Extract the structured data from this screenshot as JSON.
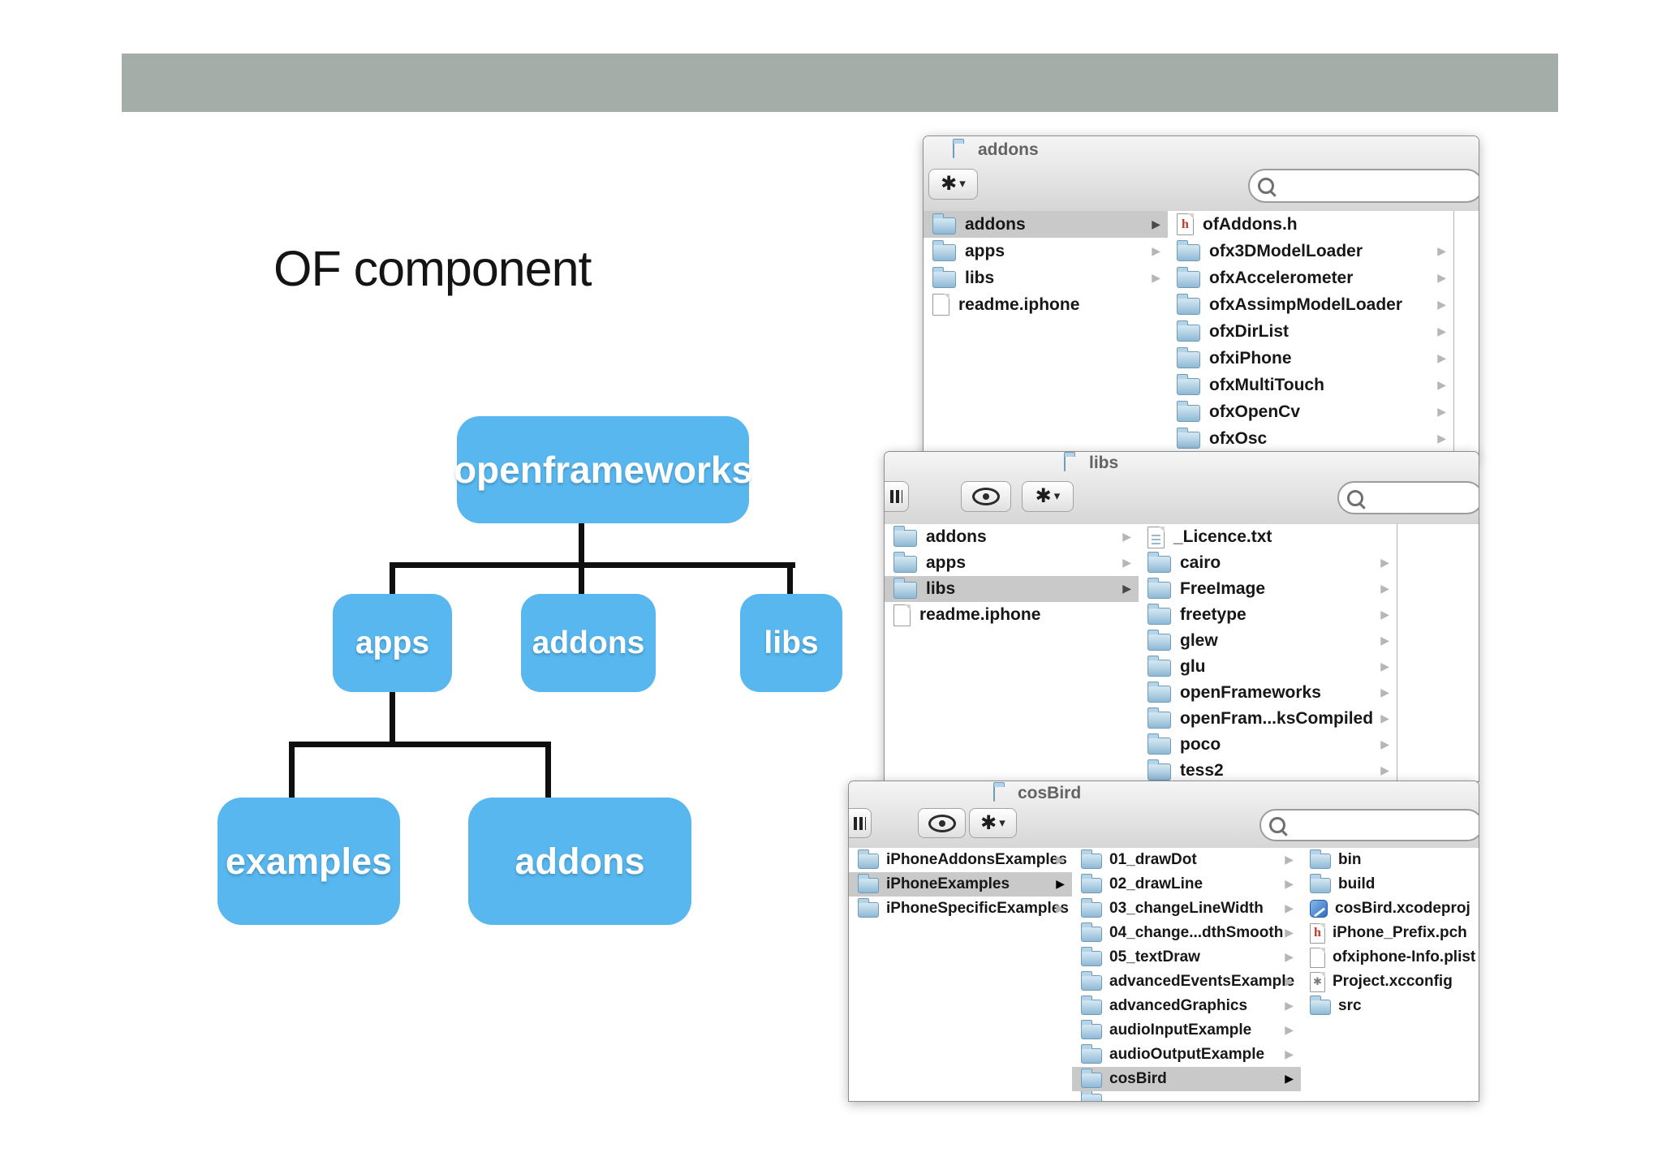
{
  "slide": {
    "title": "OF component"
  },
  "colors": {
    "tree_node_blue": "#57b7ee",
    "slide_bar_gray": "#a5ada8",
    "selection_gray": "#c9c9c9",
    "folder_icon_blue": "#8fb9d6",
    "header_file_red": "#c0392b"
  },
  "tree": {
    "root": {
      "label": "openframeworks"
    },
    "children": [
      {
        "label": "apps"
      },
      {
        "label": "addons"
      },
      {
        "label": "libs"
      }
    ],
    "grandchildren": [
      {
        "label": "examples"
      },
      {
        "label": "addons"
      }
    ]
  },
  "windows": [
    {
      "title": "addons",
      "search_value": "",
      "toolbar_icons": [
        "gear"
      ],
      "columns": [
        {
          "rows": [
            {
              "label": "addons",
              "icon": "folder",
              "selected": true,
              "arrow": "dark"
            },
            {
              "label": "apps",
              "icon": "folder",
              "arrow": "light"
            },
            {
              "label": "libs",
              "icon": "folder",
              "arrow": "light"
            },
            {
              "label": "readme.iphone",
              "icon": "doc"
            }
          ]
        },
        {
          "rows": [
            {
              "label": "ofAddons.h",
              "icon": "doc-h",
              "icon_text": "h"
            },
            {
              "label": "ofx3DModelLoader",
              "icon": "folder",
              "arrow": "light"
            },
            {
              "label": "ofxAccelerometer",
              "icon": "folder",
              "arrow": "light"
            },
            {
              "label": "ofxAssimpModelLoader",
              "icon": "folder",
              "arrow": "light"
            },
            {
              "label": "ofxDirList",
              "icon": "folder",
              "arrow": "light"
            },
            {
              "label": "ofxiPhone",
              "icon": "folder",
              "arrow": "light"
            },
            {
              "label": "ofxMultiTouch",
              "icon": "folder",
              "arrow": "light"
            },
            {
              "label": "ofxOpenCv",
              "icon": "folder",
              "arrow": "light"
            },
            {
              "label": "ofxOsc",
              "icon": "folder",
              "arrow": "light"
            },
            {
              "label": "",
              "icon": "folder",
              "partial": true
            }
          ]
        }
      ]
    },
    {
      "title": "libs",
      "search_value": "",
      "toolbar_icons": [
        "view",
        "eye",
        "gear"
      ],
      "columns": [
        {
          "rows": [
            {
              "label": "addons",
              "icon": "folder",
              "arrow": "light"
            },
            {
              "label": "apps",
              "icon": "folder",
              "arrow": "light"
            },
            {
              "label": "libs",
              "icon": "folder",
              "selected": true,
              "arrow": "dark"
            },
            {
              "label": "readme.iphone",
              "icon": "doc"
            }
          ]
        },
        {
          "rows": [
            {
              "label": "_Licence.txt",
              "icon": "doc-lines"
            },
            {
              "label": "cairo",
              "icon": "folder",
              "arrow": "light"
            },
            {
              "label": "FreeImage",
              "icon": "folder",
              "arrow": "light"
            },
            {
              "label": "freetype",
              "icon": "folder",
              "arrow": "light"
            },
            {
              "label": "glew",
              "icon": "folder",
              "arrow": "light"
            },
            {
              "label": "glu",
              "icon": "folder",
              "arrow": "light"
            },
            {
              "label": "openFrameworks",
              "icon": "folder",
              "arrow": "light"
            },
            {
              "label": "openFram...ksCompiled",
              "icon": "folder",
              "arrow": "light"
            },
            {
              "label": "poco",
              "icon": "folder",
              "arrow": "light"
            },
            {
              "label": "tess2",
              "icon": "folder",
              "arrow": "light"
            }
          ]
        }
      ]
    },
    {
      "title": "cosBird",
      "search_value": "",
      "toolbar_icons": [
        "view",
        "eye",
        "gear"
      ],
      "columns": [
        {
          "rows": [
            {
              "label": "iPhoneAddonsExamples",
              "icon": "folder",
              "arrow": "light"
            },
            {
              "label": "iPhoneExamples",
              "icon": "folder",
              "selected": true,
              "arrow": "solid"
            },
            {
              "label": "iPhoneSpecificExamples",
              "icon": "folder",
              "arrow": "light"
            }
          ]
        },
        {
          "rows": [
            {
              "label": "01_drawDot",
              "icon": "folder",
              "arrow": "light"
            },
            {
              "label": "02_drawLine",
              "icon": "folder",
              "arrow": "light"
            },
            {
              "label": "03_changeLineWidth",
              "icon": "folder",
              "arrow": "light"
            },
            {
              "label": "04_change...dthSmooth",
              "icon": "folder",
              "arrow": "light"
            },
            {
              "label": "05_textDraw",
              "icon": "folder",
              "arrow": "light"
            },
            {
              "label": "advancedEventsExample",
              "icon": "folder",
              "arrow": "light"
            },
            {
              "label": "advancedGraphics",
              "icon": "folder",
              "arrow": "light"
            },
            {
              "label": "audioInputExample",
              "icon": "folder",
              "arrow": "light"
            },
            {
              "label": "audioOutputExample",
              "icon": "folder",
              "arrow": "light"
            },
            {
              "label": "cosBird",
              "icon": "folder",
              "selected": true,
              "arrow": "solid"
            },
            {
              "label": "",
              "icon": "folder",
              "partial": true
            }
          ]
        },
        {
          "rows": [
            {
              "label": "bin",
              "icon": "folder"
            },
            {
              "label": "build",
              "icon": "folder"
            },
            {
              "label": "cosBird.xcodeproj",
              "icon": "xcode"
            },
            {
              "label": "iPhone_Prefix.pch",
              "icon": "doc-h",
              "icon_text": "h"
            },
            {
              "label": "ofxiphone-Info.plist",
              "icon": "doc"
            },
            {
              "label": "Project.xcconfig",
              "icon": "doc-gear",
              "icon_text": "✱"
            },
            {
              "label": "src",
              "icon": "folder"
            }
          ]
        }
      ]
    }
  ]
}
